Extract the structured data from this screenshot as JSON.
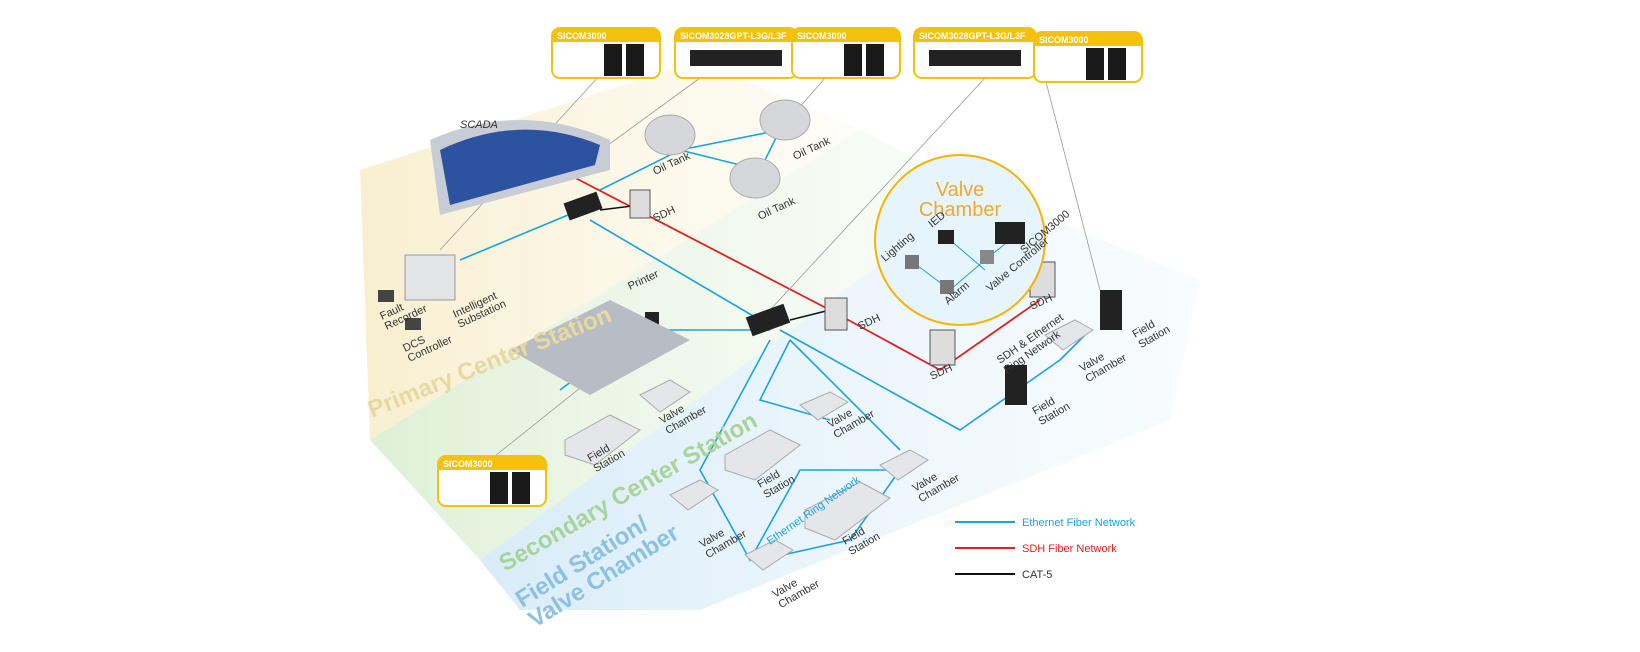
{
  "colors": {
    "ethernet": "#1aa3dd",
    "sdh": "#e02020",
    "cat5": "#111111",
    "accent": "#f4c20d"
  },
  "products": [
    {
      "label": "SICOM3000",
      "type": "switch"
    },
    {
      "label": "SICOM3028GPT-L3G/L3F",
      "type": "rack"
    },
    {
      "label": "SICOM3000",
      "type": "switch"
    },
    {
      "label": "SICOM3028GPT-L3G/L3F",
      "type": "rack"
    },
    {
      "label": "SICOM3000",
      "type": "switch"
    },
    {
      "label": "SICOM3000",
      "type": "switch"
    }
  ],
  "labels": {
    "scada": "SCADA",
    "oil_tank": "Oil Tank",
    "sdh": "SDH",
    "printer": "Printer",
    "fault_recorder": [
      "Fault",
      "Recorder"
    ],
    "dcs_controller": [
      "DCS",
      "Controller"
    ],
    "intelligent_substation": [
      "Intelligent",
      "Substation"
    ],
    "field_station": [
      "Field",
      "Station"
    ],
    "valve_chamber": [
      "Valve",
      "Chamber"
    ],
    "sdh_ethernet_ring": [
      "SDH & Ethernet",
      "Ring Network"
    ],
    "ethernet_ring": "Ethernet Ring Network"
  },
  "zones": {
    "primary": "Primary Center Station",
    "secondary": "Secondary Center Station",
    "field": [
      "Field Station/",
      "Valve Chamber"
    ]
  },
  "valve_chamber_inset": {
    "title": [
      "Valve",
      "Chamber"
    ],
    "items": [
      "IED",
      "SICOM3000",
      "Lighting",
      "Valve Controller",
      "Alarm"
    ]
  },
  "legend": [
    {
      "label": "Ethernet Fiber Network",
      "color": "#1aa3dd"
    },
    {
      "label": "SDH Fiber Network",
      "color": "#e02020"
    },
    {
      "label": "CAT-5",
      "color": "#111111"
    }
  ]
}
